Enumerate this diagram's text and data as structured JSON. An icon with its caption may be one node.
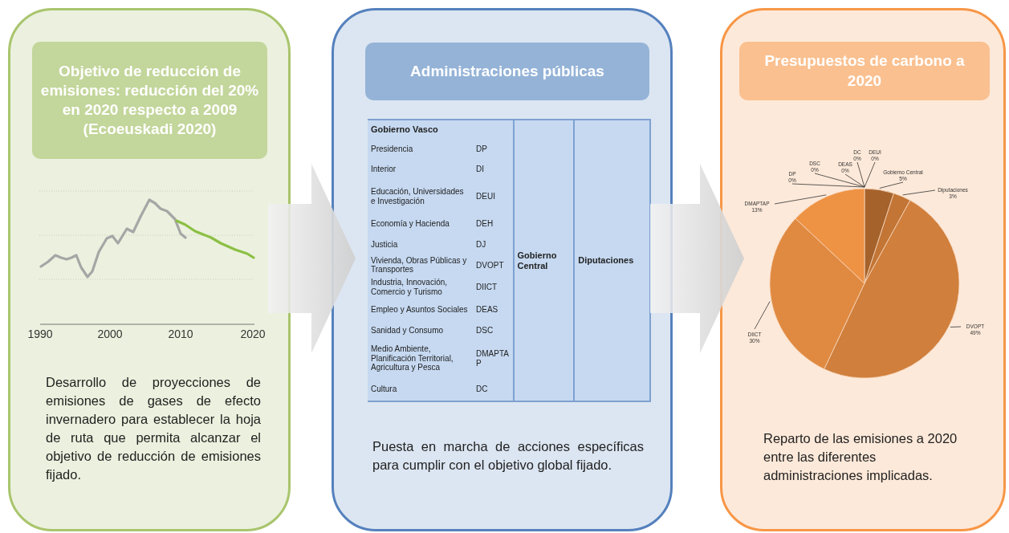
{
  "diagram": {
    "nodes": [
      {
        "text": [
          "Desarrollo de proyecciones de emisiones de gases de efecto invernadero para establecer la hoja de ruta que permita alcanzar el objetivo de reducción de emisiones fijado."
        ]
      },
      {
        "text": [
          "Puesta en marcha de acciones específicas para cumplir con el objetivo global fijado."
        ]
      },
      {
        "text": [
          "Reparto de las emisiones a 2020 entre las diferentes administraciones implicadas."
        ]
      },
      {
        "text": [
          "Objetivo de reducción de emisiones: reducción del 20% en 2020 respecto a 2009 (Ecoeuskadi 2020)"
        ],
        "in": 0
      },
      {
        "text": [
          "Administraciones públicas"
        ],
        "in": 1
      },
      {
        "text": [
          "Presupuestos de carbono a 2020"
        ],
        "in": 2
      }
    ],
    "edges": [
      {
        "from": 0,
        "to": 1,
        "arrow": "to"
      },
      {
        "from": 1,
        "to": 2,
        "arrow": "to"
      }
    ],
    "labels": [
      "1990",
      "2000",
      "2010",
      "2020",
      "Gobierno Vasco",
      "Presidencia",
      "DP",
      "Interior",
      "DI",
      "Educación, Universidades e Investigación",
      "DEUI",
      "Economía y Hacienda",
      "DEH",
      "Justicia",
      "DJ",
      "Vivienda, Obras Públicas y Transportes",
      "DVOPT",
      "Industria, Innovación, Comercio y Turismo",
      "DIICT",
      "Empleo y Asuntos Sociales",
      "DEAS",
      "Sanidad y Consumo",
      "DSC",
      "Medio Ambiente, Planificación Territorial, Agricultura y Pesca",
      "DMAPTAP",
      "Cultura",
      "DC",
      "Gobierno Central",
      "Diputaciones"
    ],
    "chart_data": {
      "type": "pie",
      "categories": [
        "Gobierno Central",
        "Diputaciones",
        "DVOPT",
        "DIICT",
        "DMAPTAP",
        "DP",
        "DSC",
        "DEAS",
        "DC",
        "DEUI"
      ],
      "values": [
        5,
        3,
        49,
        30,
        13,
        0,
        0,
        0,
        0,
        0
      ],
      "value_labels": [
        "5%",
        "3%",
        "49%",
        "30%",
        "13%",
        "0%",
        "0%",
        "0%",
        "0%",
        "0%"
      ]
    }
  }
}
